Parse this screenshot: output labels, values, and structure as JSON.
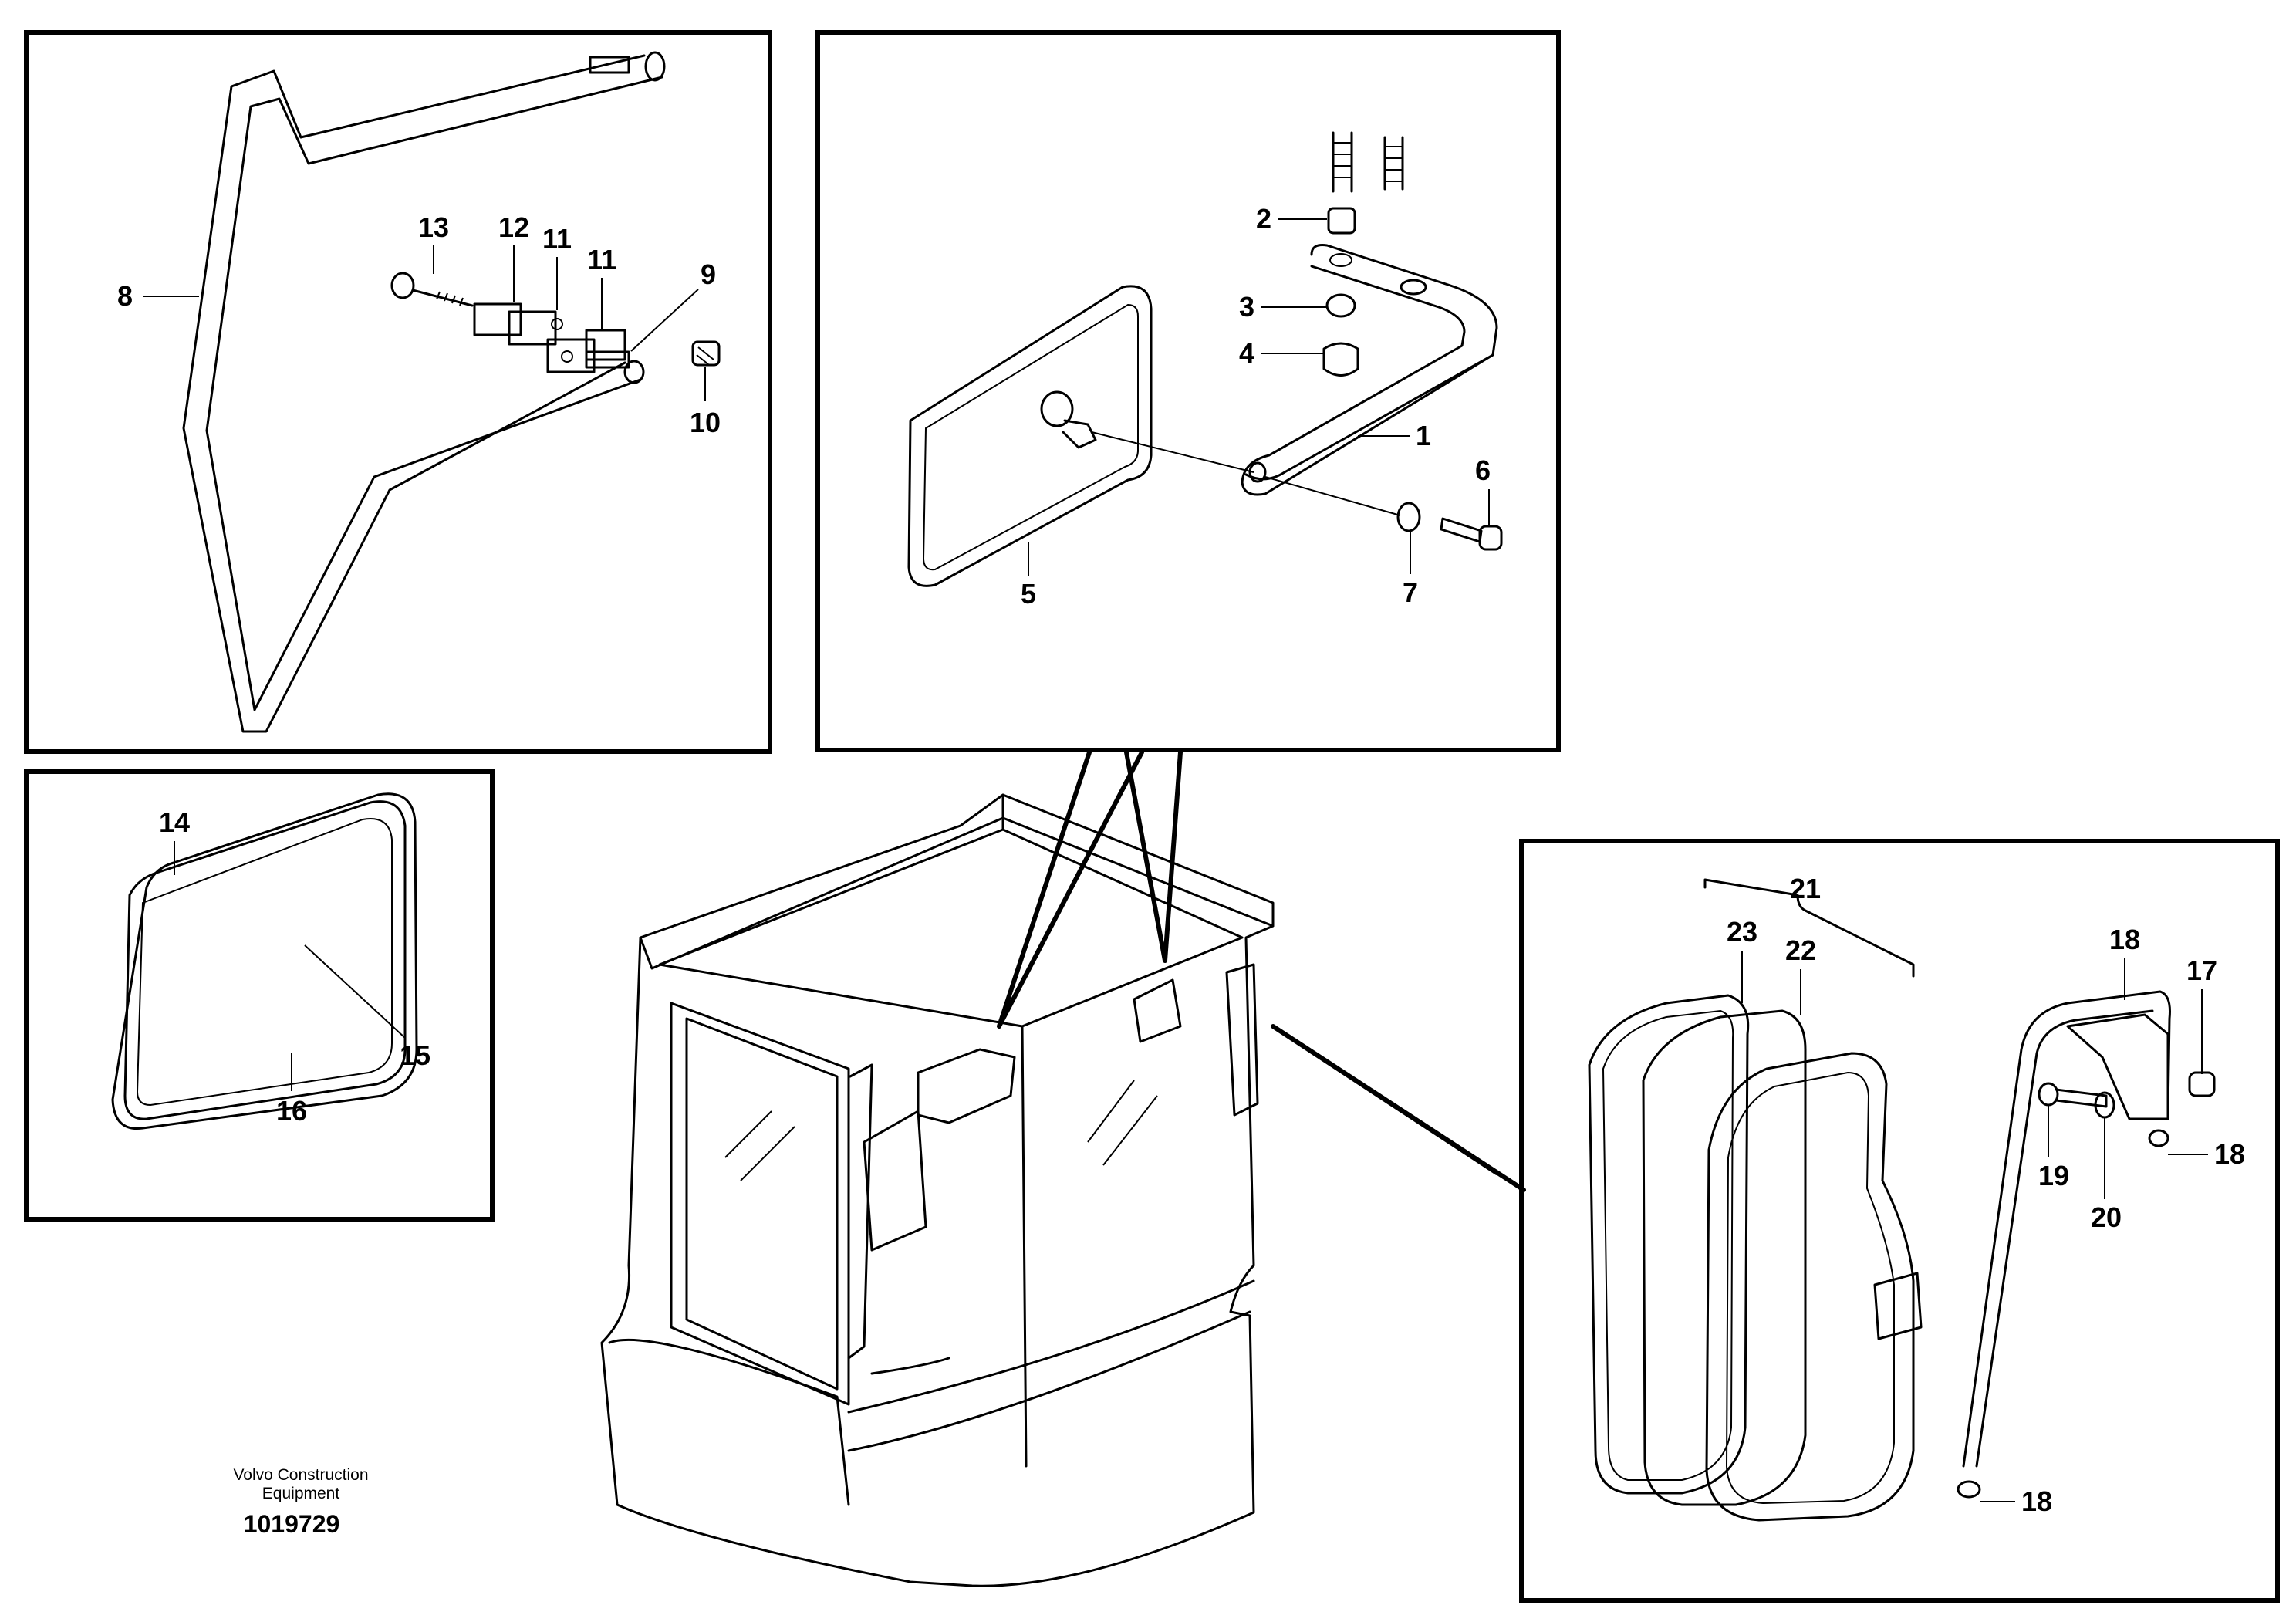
{
  "caption": {
    "line1": "Volvo Construction",
    "line2": "Equipment",
    "doc_number": "1019729"
  },
  "callouts": {
    "n1": "1",
    "n2": "2",
    "n3": "3",
    "n4": "4",
    "n5": "5",
    "n6": "6",
    "n7": "7",
    "n8": "8",
    "n9": "9",
    "n10": "10",
    "n11a": "11",
    "n11b": "11",
    "n12": "12",
    "n13": "13",
    "n14": "14",
    "n15": "15",
    "n16": "16",
    "n17": "17",
    "n18a": "18",
    "n18b": "18",
    "n18c": "18",
    "n19": "19",
    "n20": "20",
    "n21": "21",
    "n22": "22",
    "n23": "23"
  }
}
